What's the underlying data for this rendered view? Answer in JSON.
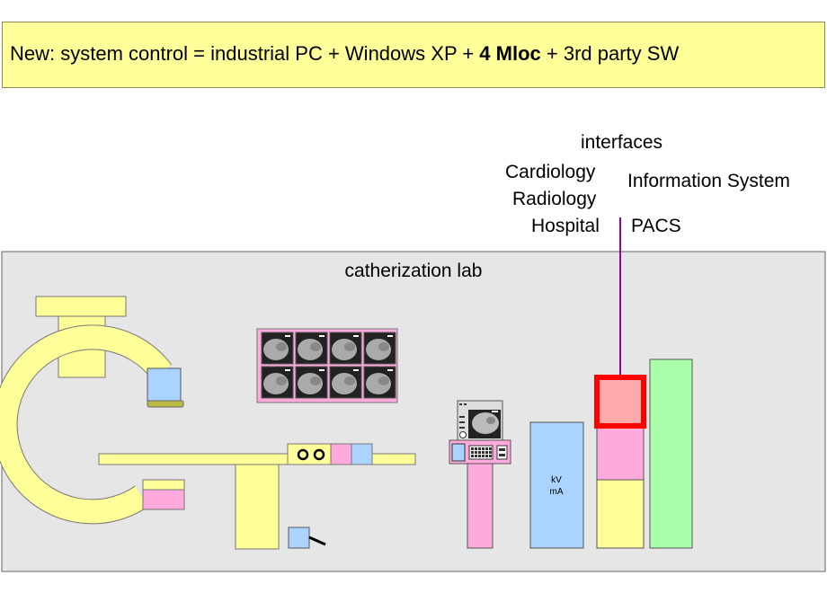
{
  "banner": {
    "prefix": "New: system control = industrial PC + Windows XP + ",
    "bold": "4 Mloc",
    "suffix": " + 3rd party SW"
  },
  "interfaces": {
    "heading": "interfaces",
    "left": [
      "Cardiology",
      "Radiology",
      "Hospital"
    ],
    "right": [
      "Information System",
      "PACS"
    ]
  },
  "lab": {
    "title": "catherization lab",
    "generator_label_1": "kV",
    "generator_label_2": "mA"
  },
  "colors": {
    "banner": "#ffff99",
    "lab_bg": "#e6e6e6",
    "yellow": "#ffff99",
    "pink": "#ffaadd",
    "blue": "#aad4ff",
    "green": "#aaffaa",
    "salmon": "#ffaaaa",
    "red_frame": "#ff0000",
    "interface_line": "#990099"
  }
}
